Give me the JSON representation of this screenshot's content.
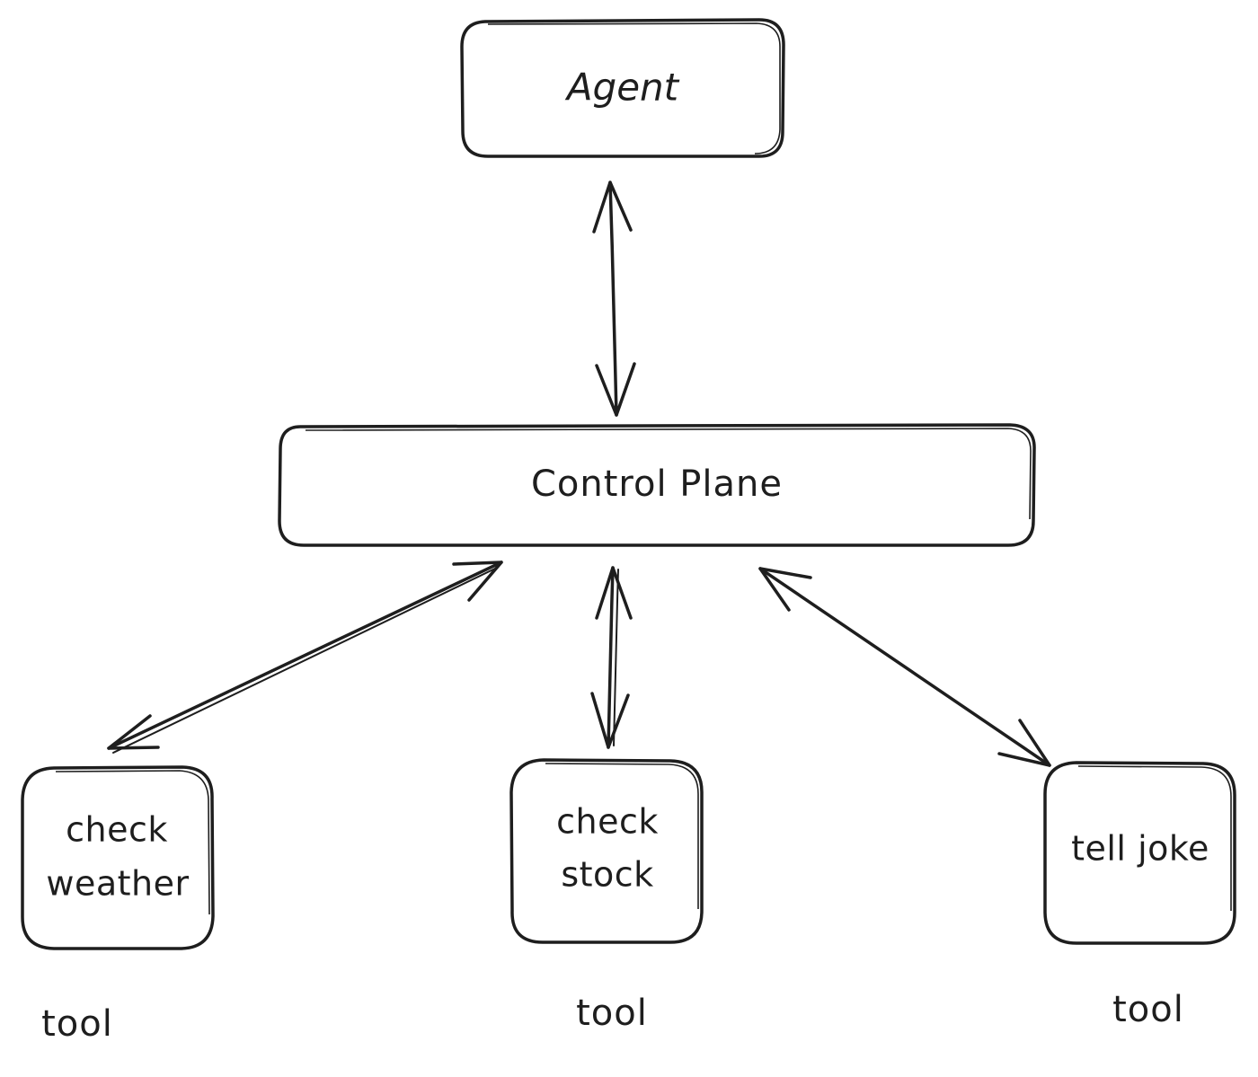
{
  "diagram": {
    "nodes": {
      "agent": {
        "label": "Agent"
      },
      "control_plane": {
        "label": "Control Plane"
      },
      "check_weather": {
        "lines": [
          "check",
          "weather"
        ],
        "caption": "tool"
      },
      "check_stock": {
        "lines": [
          "check",
          "stock"
        ],
        "caption": "tool"
      },
      "tell_joke": {
        "lines": [
          "tell joke"
        ],
        "caption": "tool"
      }
    },
    "edges": [
      {
        "from": "agent",
        "to": "control_plane",
        "direction": "bidirectional"
      },
      {
        "from": "control_plane",
        "to": "check_weather",
        "direction": "bidirectional"
      },
      {
        "from": "control_plane",
        "to": "check_stock",
        "direction": "bidirectional"
      },
      {
        "from": "control_plane",
        "to": "tell_joke",
        "direction": "bidirectional"
      }
    ],
    "colors": {
      "stroke": "#1e1e1e",
      "background": "#ffffff"
    }
  }
}
